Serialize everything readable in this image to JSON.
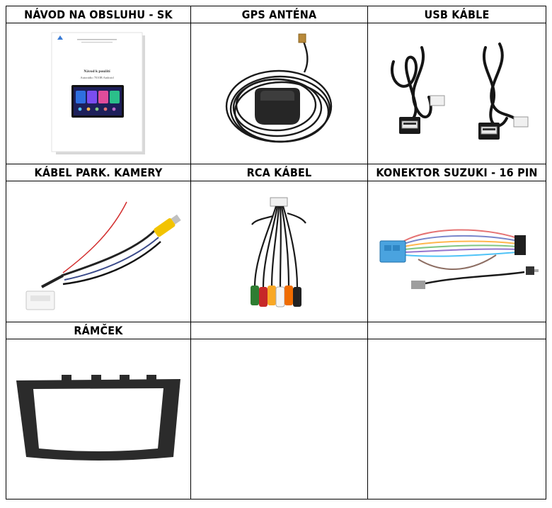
{
  "rows": [
    {
      "cells": [
        {
          "label": "NÁVOD NA OBSLUHU - SK",
          "icon": "manual-icon"
        },
        {
          "label": "GPS ANTÉNA",
          "icon": "gps-antenna-icon"
        },
        {
          "label": "USB KÁBLE",
          "icon": "usb-cables-icon"
        }
      ]
    },
    {
      "cells": [
        {
          "label": "KÁBEL PARK. KAMERY",
          "icon": "camera-cable-icon"
        },
        {
          "label": "RCA KÁBEL",
          "icon": "rca-cable-icon"
        },
        {
          "label": "KONEKTOR SUZUKI - 16 PIN",
          "icon": "connector-icon"
        }
      ]
    },
    {
      "cells": [
        {
          "label": "RÁMČEK",
          "icon": "frame-icon"
        },
        {
          "label": "",
          "icon": ""
        },
        {
          "label": "",
          "icon": ""
        }
      ]
    }
  ],
  "manual": {
    "title": "Návod k použití",
    "subtitle": "Autorádio 7010B Android"
  }
}
